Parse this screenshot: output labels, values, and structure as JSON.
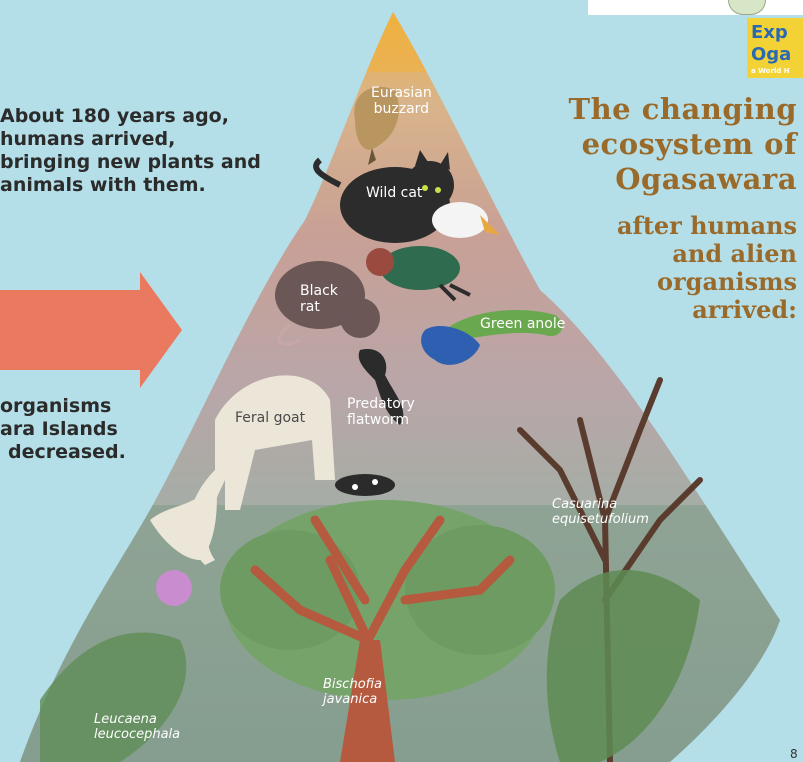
{
  "intro": {
    "lines": [
      "About 180 years ago,",
      "humans arrived,",
      "bringing new plants and",
      "animals with them."
    ]
  },
  "outro": {
    "lines": [
      "organisms",
      "ara Islands",
      "decreased."
    ]
  },
  "title": {
    "lines": [
      "The changing",
      "ecosystem of",
      "Ogasawara"
    ]
  },
  "subtitle": {
    "lines": [
      "after humans",
      "and alien",
      "organisms",
      "arrived:"
    ]
  },
  "labels": {
    "buzzard": [
      "Eurasian",
      "buzzard"
    ],
    "wild_cat": "Wild cat",
    "black_rat": [
      "Black",
      "rat"
    ],
    "green_anole": "Green anole",
    "feral_goat": "Feral goat",
    "flatworm": [
      "Predatory",
      "flatworm"
    ],
    "casuarina": [
      "Casuarina",
      "equisetufolium"
    ],
    "bischofia": [
      "Bischofia",
      "javanica"
    ],
    "leucaena": [
      "Leucaena",
      "leucocephala"
    ]
  },
  "logo": {
    "line1": "Exp",
    "line2": "Oga",
    "line3": "a World H"
  },
  "page_number": "8",
  "colors": {
    "sky": "#b4dfe8",
    "arrow": "#e97a5f",
    "title": "#9a6a2a",
    "logo_bg": "#f2d235",
    "logo_text": "#2a6ab2"
  }
}
